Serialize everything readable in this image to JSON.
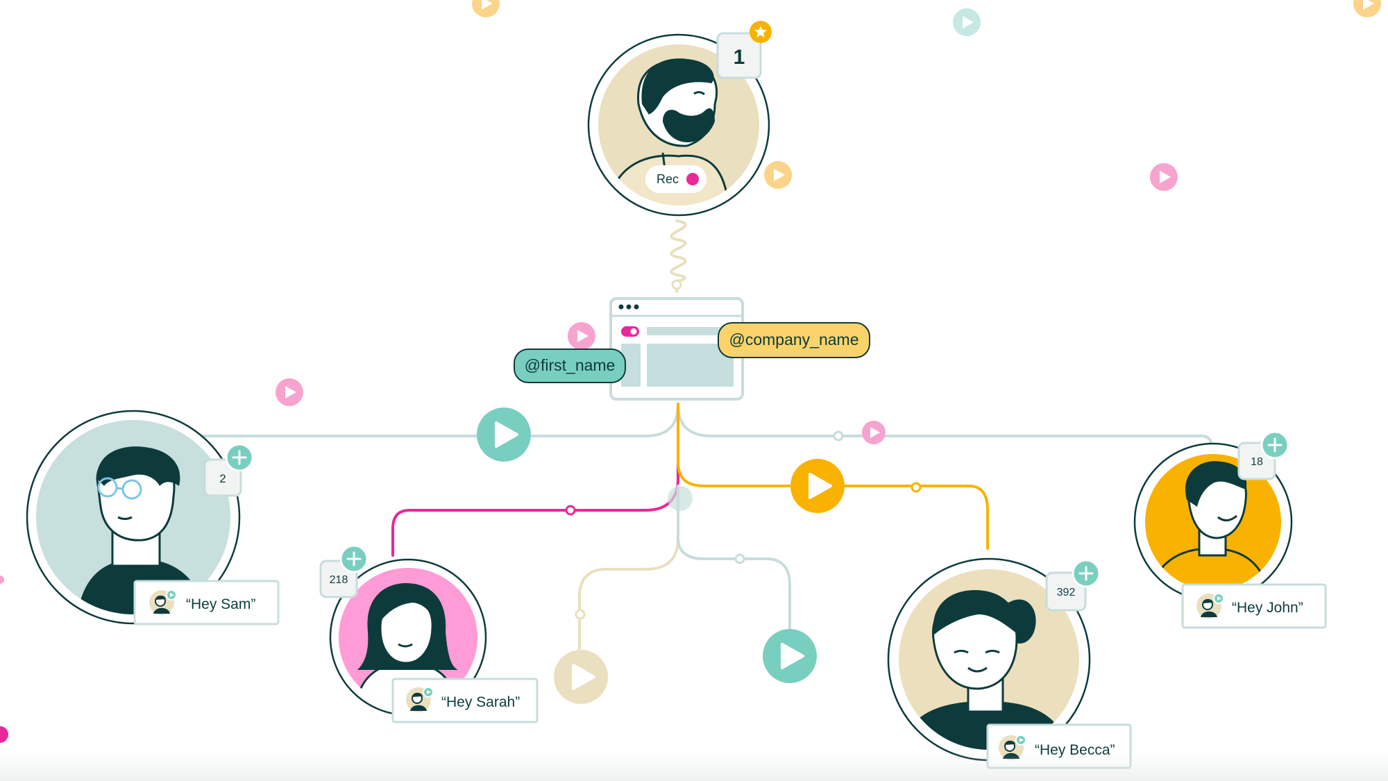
{
  "colors": {
    "dark": "#0d3b3c",
    "teal": "#79cfbf",
    "teal_light": "#c6dedd",
    "line_gray": "#c8dcdc",
    "magenta": "#e8299a",
    "pink": "#ff9bd2",
    "pink_light": "#f7a3cf",
    "yellow": "#f9b200",
    "yellow_light": "#fbd48a",
    "tan": "#eadfbe",
    "tan_light": "#f1e6c8",
    "white": "#ffffff"
  },
  "sender": {
    "count": "1",
    "rec_label": "Rec",
    "star_icon": "star-icon"
  },
  "template": {
    "first_name_tag": "@first_name",
    "company_name_tag": "@company_name"
  },
  "recipients": [
    {
      "key": "sam",
      "count": "2",
      "greeting": "“Hey Sam”",
      "bg": "#c7dfdd"
    },
    {
      "key": "sarah",
      "count": "218",
      "greeting": "“Hey Sarah”",
      "bg": "#ff9bd6"
    },
    {
      "key": "becca",
      "count": "392",
      "greeting": "“Hey Becca”",
      "bg": "#ecdfbd"
    },
    {
      "key": "john",
      "count": "18",
      "greeting": "“Hey John”",
      "bg": "#f9b200"
    }
  ],
  "icons": {
    "play": "play-icon",
    "plus": "plus-icon",
    "dots": "window-dots-icon"
  }
}
